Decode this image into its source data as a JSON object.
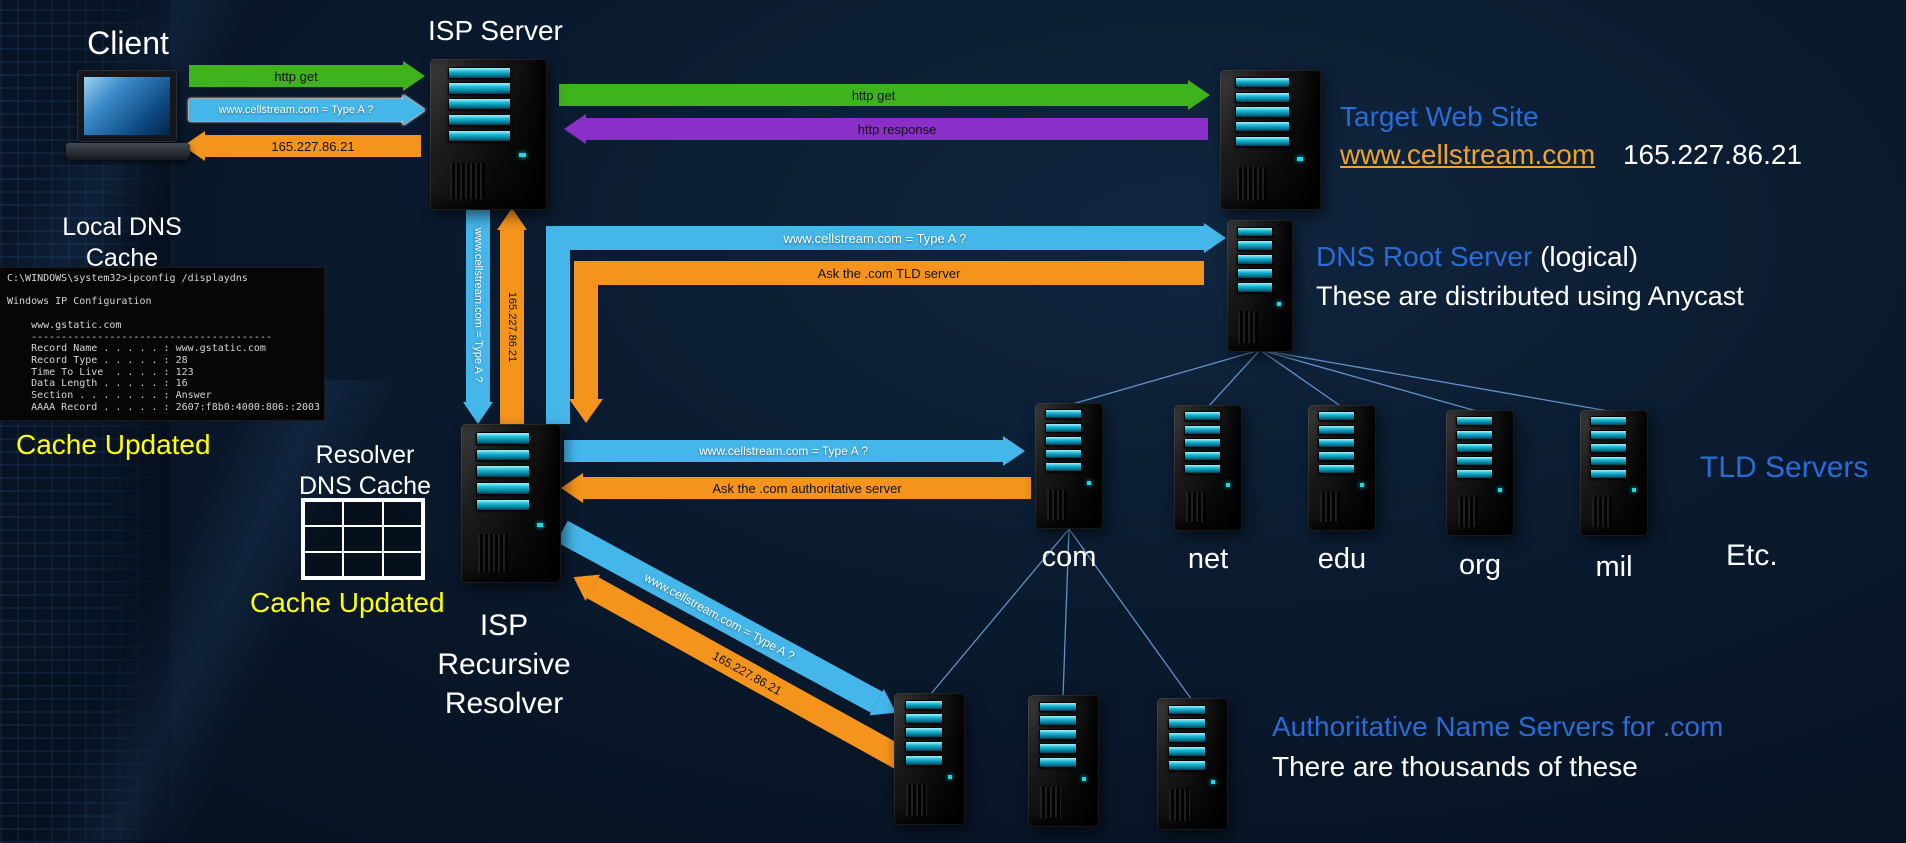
{
  "client": {
    "label": "Client"
  },
  "isp_server": {
    "label": "ISP Server"
  },
  "target": {
    "title": "Target Web Site",
    "domain": "www.cellstream.com",
    "ip": "165.227.86.21"
  },
  "root_server": {
    "title": "DNS Root Server",
    "title_note": " (logical)",
    "subtitle": "These are distributed using Anycast"
  },
  "local_cache": {
    "label_lines": [
      "Local DNS",
      "Cache"
    ],
    "updated": "Cache Updated",
    "console_lines": [
      "C:\\WINDOWS\\system32>ipconfig /displaydns",
      "",
      "Windows IP Configuration",
      "",
      "    www.gstatic.com",
      "    ----------------------------------------",
      "    Record Name . . . . . : www.gstatic.com",
      "    Record Type . . . . . : 28",
      "    Time To Live  . . . . : 123",
      "    Data Length . . . . . : 16",
      "    Section . . . . . . . : Answer",
      "    AAAA Record . . . . . : 2607:f8b0:4000:806::2003"
    ]
  },
  "resolver": {
    "cache_label_lines": [
      "Resolver",
      "DNS Cache"
    ],
    "updated": "Cache Updated",
    "label_lines": [
      "ISP",
      "Recursive",
      "Resolver"
    ]
  },
  "tld": {
    "title": "TLD Servers",
    "etc": "Etc.",
    "names": [
      "com",
      "net",
      "edu",
      "org",
      "mil"
    ]
  },
  "authoritative": {
    "title": "Authoritative Name Servers for .com",
    "subtitle": "There are thousands of these"
  },
  "arrows": {
    "http_get_client": "http get",
    "query_client": "www.cellstream.com = Type A ?",
    "answer_client": "165.227.86.21",
    "http_get_target": "http get",
    "http_response": "http response",
    "query_isp_to_resolver": "www.cellstream.com = Type A ?",
    "answer_resolver_to_isp": "165.227.86.21",
    "query_root": "www.cellstream.com = Type A ?",
    "answer_root": "Ask the .com TLD server",
    "query_tld": "www.cellstream.com = Type A ?",
    "answer_tld": "Ask the .com authoritative server",
    "query_auth": "www.cellstream.com = Type A ?",
    "answer_auth": "165.227.86.21"
  },
  "colors": {
    "heading_blue": "#2b6bd4",
    "domain_orange": "#f0a230",
    "cache_yellow": "#ffff00",
    "arrow_green": "#3fb31e",
    "arrow_blue": "#45b6ea",
    "arrow_orange": "#f5941d",
    "arrow_purple": "#8b2fc9"
  }
}
